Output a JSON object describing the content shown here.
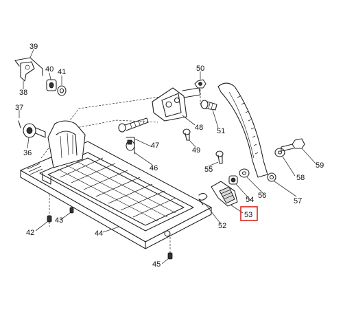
{
  "highlight_color": "#d9251d",
  "part_numbers": {
    "p36": "36",
    "p37": "37",
    "p38": "38",
    "p39": "39",
    "p40": "40",
    "p41": "41",
    "p42": "42",
    "p43": "43",
    "p44": "44",
    "p45": "45",
    "p46": "46",
    "p47": "47",
    "p48": "48",
    "p49": "49",
    "p50": "50",
    "p51": "51",
    "p52": "52",
    "p53": "53",
    "p54": "54",
    "p55": "55",
    "p56": "56",
    "p57": "57",
    "p58": "58",
    "p59": "59"
  },
  "highlighted_part": "53"
}
